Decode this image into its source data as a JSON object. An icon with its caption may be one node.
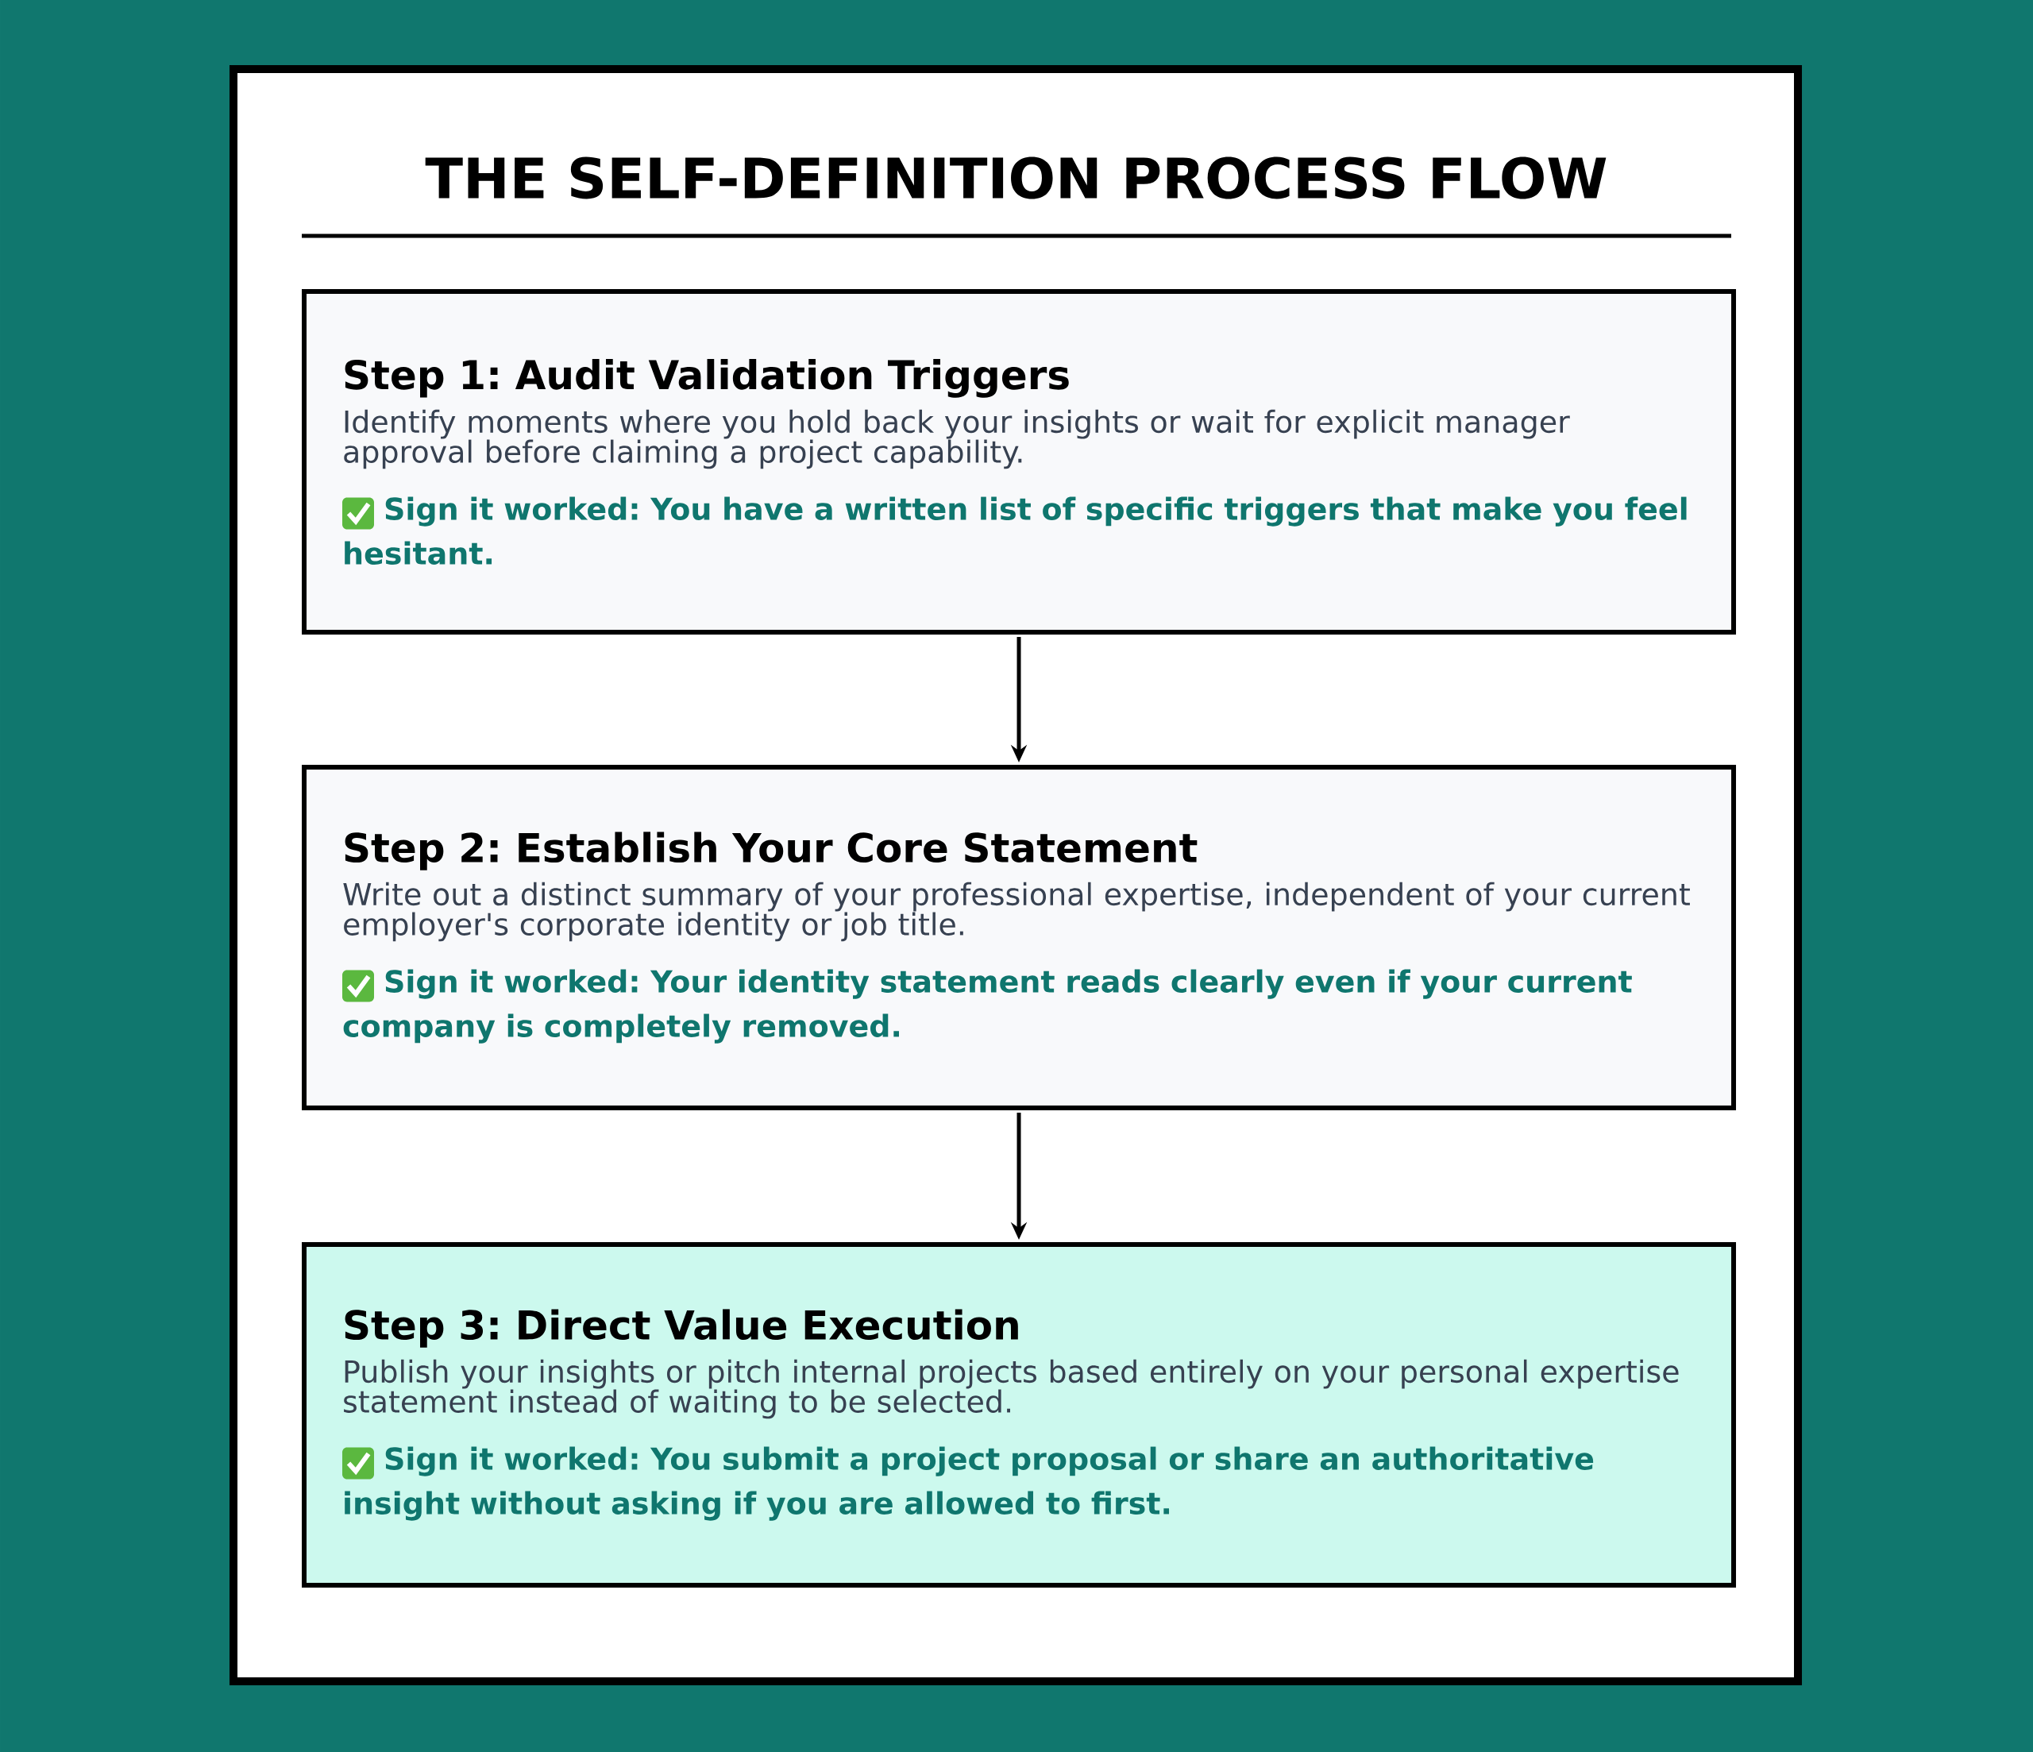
{
  "diagram": {
    "title": "THE SELF-DEFINITION PROCESS FLOW",
    "nodes": [
      {
        "text": [
          "Step 1: Audit Validation Triggers",
          "Identify moments where you hold back your insights or wait for explicit manager approval before claiming a project capability.",
          "Sign it worked: You have a written list of specific triggers that make you feel hesitant."
        ]
      },
      {
        "text": [
          "Step 2: Establish Your Core Statement",
          "Write out a distinct summary of your professional expertise, independent of your current employer's corporate identity or job title.",
          "Sign it worked: Your identity statement reads clearly even if your current company is completely removed."
        ]
      },
      {
        "text": [
          "Step 3: Direct Value Execution",
          "Publish your insights or pitch internal projects based entirely on your personal expertise statement instead of waiting to be selected.",
          "Sign it worked: You submit a project proposal or share an authoritative insight without asking if you are allowed to first."
        ]
      }
    ],
    "edges": [
      {
        "from": 0,
        "to": 1,
        "arrow": "to"
      },
      {
        "from": 1,
        "to": 2,
        "arrow": "to"
      }
    ]
  }
}
